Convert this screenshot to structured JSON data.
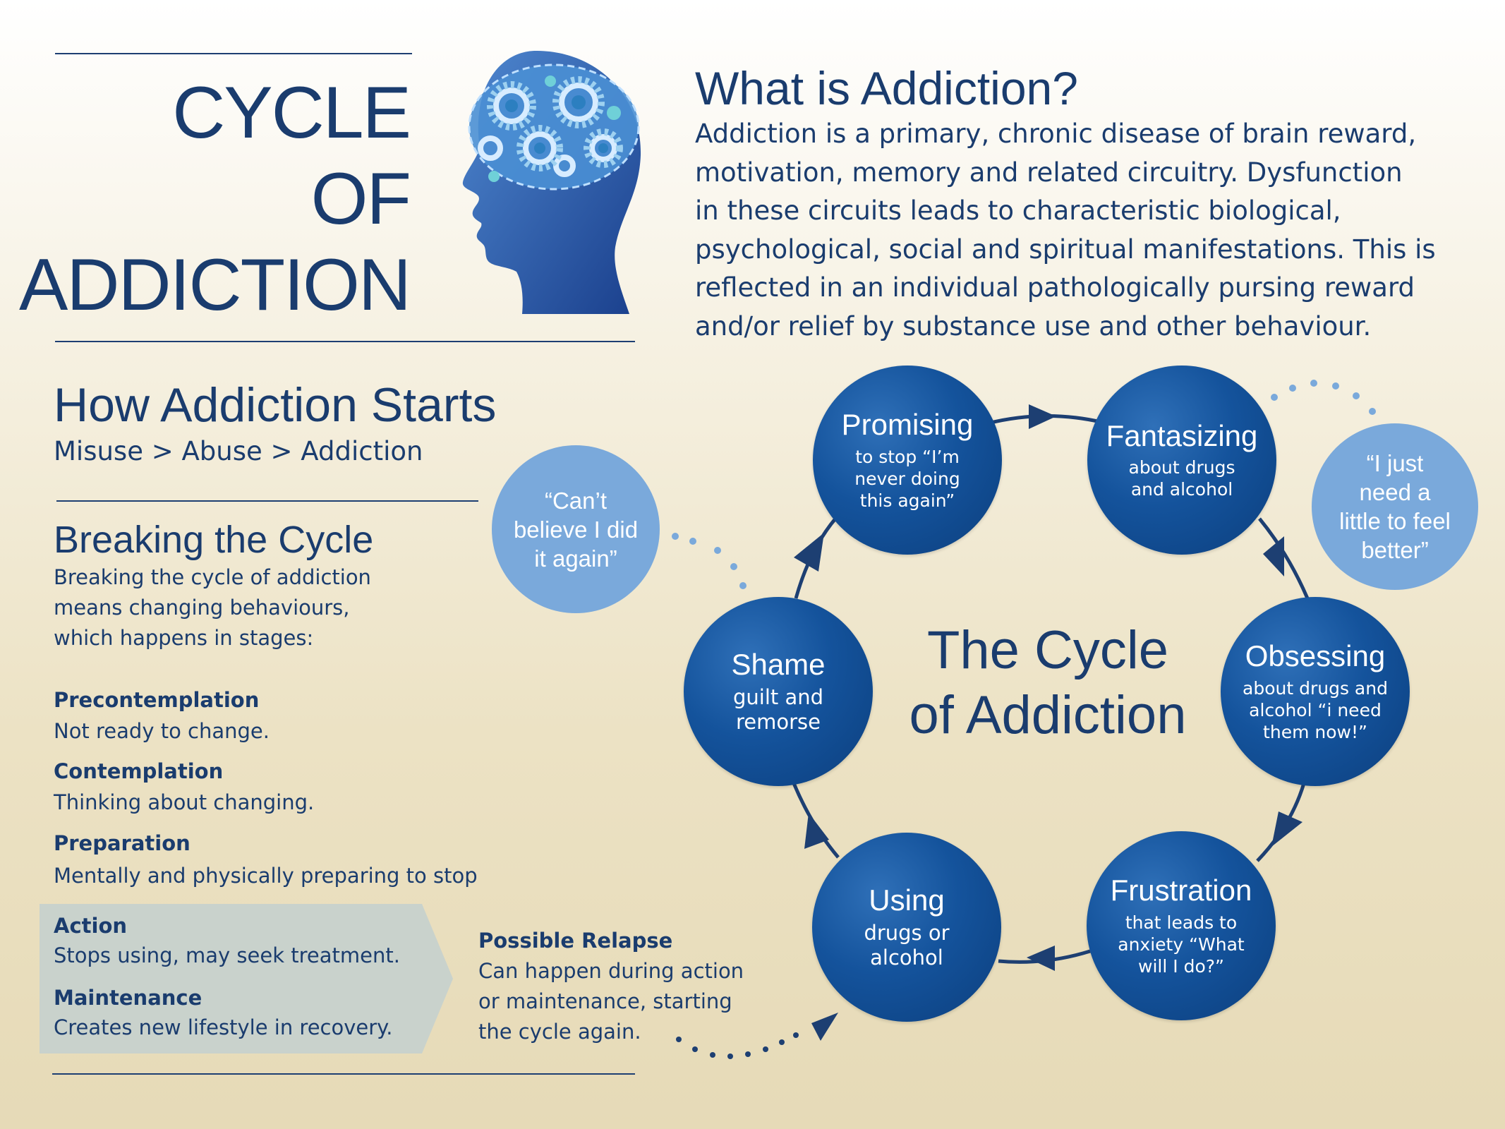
{
  "header": {
    "title_lines": [
      "CYCLE",
      "OF",
      "ADDICTION"
    ]
  },
  "what": {
    "heading": "What is Addiction?",
    "body_lines": [
      "Addiction is a primary, chronic disease of brain reward,",
      "motivation, memory and related circuitry. Dysfunction",
      "in these circuits leads to characteristic biological,",
      "psychological, social and spiritual manifestations. This is",
      "reflected in an individual pathologically pursing reward",
      "and/or relief by substance use and other behaviour."
    ]
  },
  "starts": {
    "heading": "How Addiction Starts",
    "subtitle": "Misuse > Abuse > Addiction"
  },
  "breaking": {
    "heading": "Breaking the Cycle",
    "intro_lines": [
      "Breaking the cycle of addiction",
      "means changing behaviours,",
      "which happens in stages:"
    ],
    "stages": [
      {
        "name": "Precontemplation",
        "desc": "Not ready to change."
      },
      {
        "name": "Contemplation",
        "desc": "Thinking about changing."
      },
      {
        "name": "Preparation",
        "desc": "Mentally and physically preparing to stop"
      },
      {
        "name": "Action",
        "desc": "Stops using, may seek treatment."
      },
      {
        "name": "Maintenance",
        "desc": "Creates new lifestyle in recovery."
      }
    ]
  },
  "relapse": {
    "title": "Possible Relapse",
    "lines": [
      "Can happen during action",
      "or maintenance, starting",
      "the cycle again."
    ]
  },
  "cycle": {
    "center_title": "The Cycle\nof Addiction",
    "nodes": [
      {
        "title": "Promising",
        "sub": "to stop “I’m\nnever doing\nthis again”"
      },
      {
        "title": "Fantasizing",
        "sub": "about drugs\nand alcohol"
      },
      {
        "title": "Obsessing",
        "sub": "about drugs and\nalcohol “i need\nthem now!”"
      },
      {
        "title": "Frustration",
        "sub": "that leads to\nanxiety “What\nwill I do?”"
      },
      {
        "title": "Using",
        "sub": "drugs or\nalcohol"
      },
      {
        "title": "Shame",
        "sub": "guilt and\nremorse"
      }
    ],
    "quotes": [
      {
        "text": "“Can’t\nbelieve I did\nit again”"
      },
      {
        "text": "“I just\nneed a\nlittle to feel\nbetter”"
      }
    ]
  },
  "colors": {
    "navy": "#1a3c6e",
    "node_blue": "#14539c",
    "quote_blue": "#7aa9db",
    "panel_grey": "#c9d2cc"
  },
  "icons": {
    "head": "head-with-gears-icon"
  }
}
